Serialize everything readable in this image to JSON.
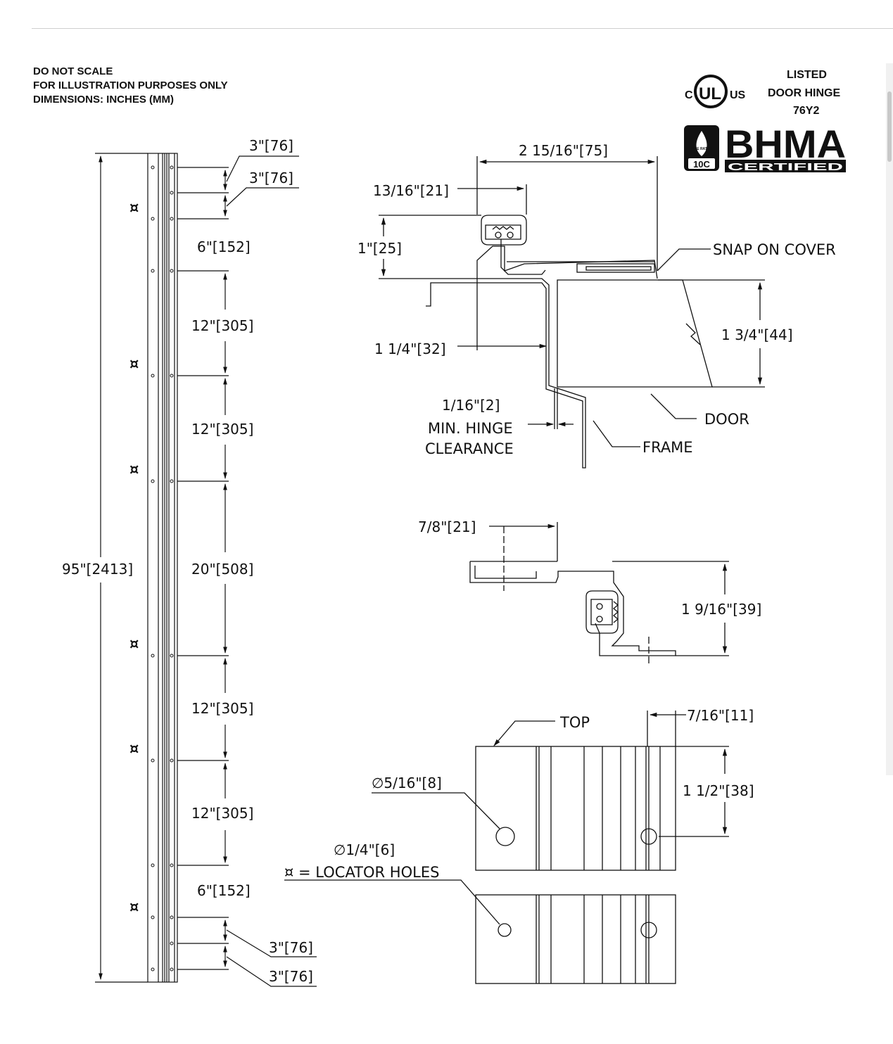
{
  "notes": [
    "DO NOT SCALE",
    "FOR ILLUSTRATION PURPOSES ONLY",
    "DIMENSIONS: INCHES (MM)"
  ],
  "certification": {
    "ul": {
      "c": "C",
      "mark": "UL",
      "us": "US",
      "text": [
        "LISTED",
        "DOOR HINGE",
        "76Y2"
      ]
    },
    "bhma": {
      "main": "BHMA",
      "sub": "CERTIFIED",
      "fire_text": "FIRE RATED",
      "class": "10C"
    }
  },
  "elevation": {
    "overall": "95\"[2413]",
    "top_spacing_1": "3\"[76]",
    "top_spacing_2": "3\"[76]",
    "top_locator": "6\"[152]",
    "spans": [
      "12\"[305]",
      "12\"[305]",
      "20\"[508]",
      "12\"[305]",
      "12\"[305]"
    ],
    "bottom_locator": "6\"[152]",
    "bottom_spacing_1": "3\"[76]",
    "bottom_spacing_2": "3\"[76]",
    "locator_symbol": "¤"
  },
  "section_top": {
    "width": "2 15/16\"[75]",
    "knuckle_width": "13/16\"[21]",
    "height": "1\"[25]",
    "leaf_offset": "1 1/4\"[32]",
    "clearance": "1/16\"[2]",
    "clearance_label_1": "MIN. HINGE",
    "clearance_label_2": "CLEARANCE",
    "door_thickness": "1 3/4\"[44]",
    "callouts": {
      "cover": "SNAP ON COVER",
      "door": "DOOR",
      "frame": "FRAME"
    }
  },
  "section_bottom": {
    "offset": "7/8\"[21]",
    "height": "1 9/16\"[39]"
  },
  "leaf_detail": {
    "top": "TOP",
    "edge_offset": "7/16\"[11]",
    "hole_spacing": "1 1/2\"[38]",
    "large_hole": "∅5/16\"[8]",
    "small_hole": "∅1/4\"[6]",
    "locator_legend": "¤ = LOCATOR HOLES"
  }
}
